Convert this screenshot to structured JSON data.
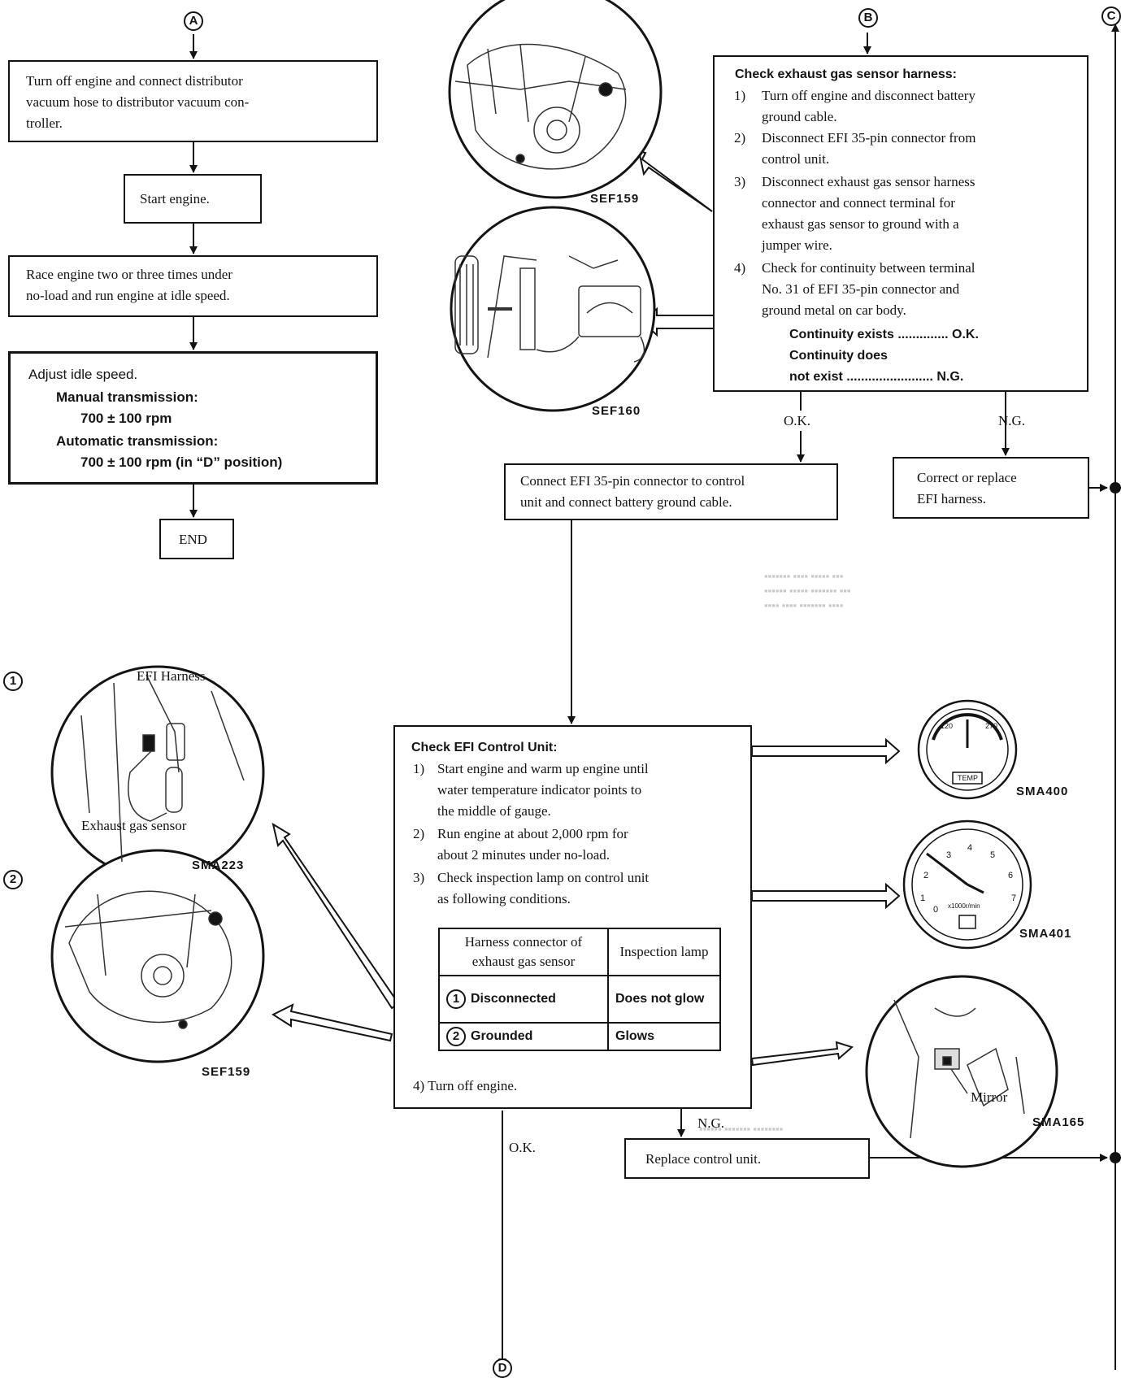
{
  "connectors": {
    "a": "A",
    "b": "B",
    "c": "C",
    "d": "D"
  },
  "column_a": {
    "box1": [
      "Turn off engine and connect distributor",
      "vacuum hose to distributor vacuum con-",
      "troller."
    ],
    "box2": "Start engine.",
    "box3": [
      "Race engine two or three times under",
      "no-load and run engine at idle speed."
    ],
    "box4": {
      "title": "Adjust idle speed.",
      "manual_label": "Manual transmission:",
      "manual_value": "700 ± 100 rpm",
      "auto_label": "Automatic transmission:",
      "auto_value": "700 ± 100 rpm (in “D” position)"
    },
    "end": "END"
  },
  "column_b": {
    "title": "Check exhaust gas sensor harness:",
    "steps": [
      {
        "num": "1)",
        "lines": [
          "Turn off engine and disconnect battery",
          "ground cable."
        ]
      },
      {
        "num": "2)",
        "lines": [
          "Disconnect EFI 35-pin connector from",
          "control unit."
        ]
      },
      {
        "num": "3)",
        "lines": [
          "Disconnect exhaust gas sensor harness",
          "connector and connect terminal for",
          "exhaust gas sensor to ground with a",
          "jumper wire."
        ]
      },
      {
        "num": "4)",
        "lines": [
          "Check for continuity between terminal",
          "No. 31 of EFI 35-pin connector and",
          "ground metal on car body."
        ]
      }
    ],
    "result1": "Continuity exists .............. O.K.",
    "result2a": "Continuity does",
    "result2b": "not exist ........................ N.G.",
    "ok": "O.K.",
    "ng": "N.G.",
    "connect_box": [
      "Connect EFI 35-pin connector to control",
      "unit and connect battery ground cable."
    ],
    "correct_box": [
      "Correct or replace",
      "EFI harness."
    ]
  },
  "control_unit": {
    "title": "Check EFI Control Unit:",
    "steps": [
      {
        "num": "1)",
        "lines": [
          "Start engine and warm up engine until",
          "water temperature indicator points to",
          "the middle of gauge."
        ]
      },
      {
        "num": "2)",
        "lines": [
          "Run engine at about 2,000 rpm for",
          "about 2 minutes under no-load."
        ]
      },
      {
        "num": "3)",
        "lines": [
          "Check inspection lamp on control unit",
          "as following conditions."
        ]
      }
    ],
    "table": {
      "header": [
        "Harness connector of exhaust gas sensor",
        "Inspection lamp"
      ],
      "rows": [
        {
          "num": "1",
          "cond": "Disconnected",
          "lamp": "Does not glow"
        },
        {
          "num": "2",
          "cond": "Grounded",
          "lamp": "Glows"
        }
      ]
    },
    "step4": "4)  Turn off engine.",
    "ok": "O.K.",
    "ng": "N.G.",
    "replace_box": "Replace control unit."
  },
  "figures": {
    "sef159_top": "SEF159",
    "sef160": "SEF160",
    "sma400": "SMA400",
    "sma401": "SMA401",
    "sma165": "SMA165",
    "sma223": "SMA223",
    "sef159_bottom": "SEF159",
    "efi_harness": "EFI Harness",
    "exhaust_gas_sensor": "Exhaust gas sensor",
    "mirror": "Mirror",
    "marker1": "1",
    "marker2": "2",
    "gauge_low": "120",
    "gauge_high": "270",
    "gauge_temp": "TEMP",
    "tacho_unit": "x1000r/min"
  }
}
